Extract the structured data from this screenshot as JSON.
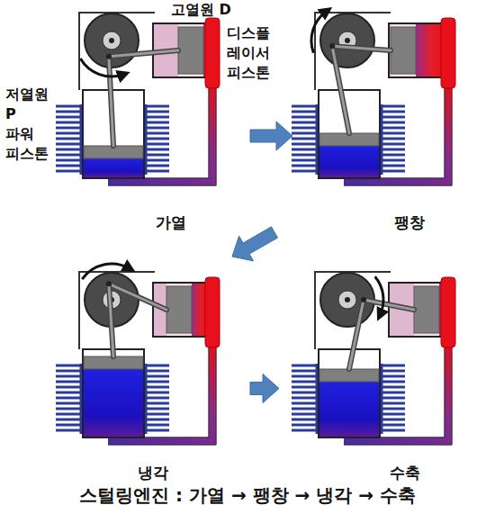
{
  "diagram": {
    "caption": "스털링엔진 : 가열 → 팽창 → 냉각 → 수축",
    "nodes": [
      {
        "text": [
          "가열"
        ]
      },
      {
        "text": [
          "팽창"
        ]
      },
      {
        "text": [
          "냉각"
        ]
      },
      {
        "text": [
          "수축"
        ]
      }
    ],
    "edges": [
      {
        "from": 0,
        "to": 1,
        "arrow": "to"
      },
      {
        "from": 1,
        "to": 2,
        "arrow": "to"
      },
      {
        "from": 2,
        "to": 3,
        "arrow": "to"
      }
    ],
    "labels": [
      "고열원 D",
      "디스플 레이서 피스톤",
      "저열원",
      "P",
      "파워 피스톤"
    ]
  }
}
